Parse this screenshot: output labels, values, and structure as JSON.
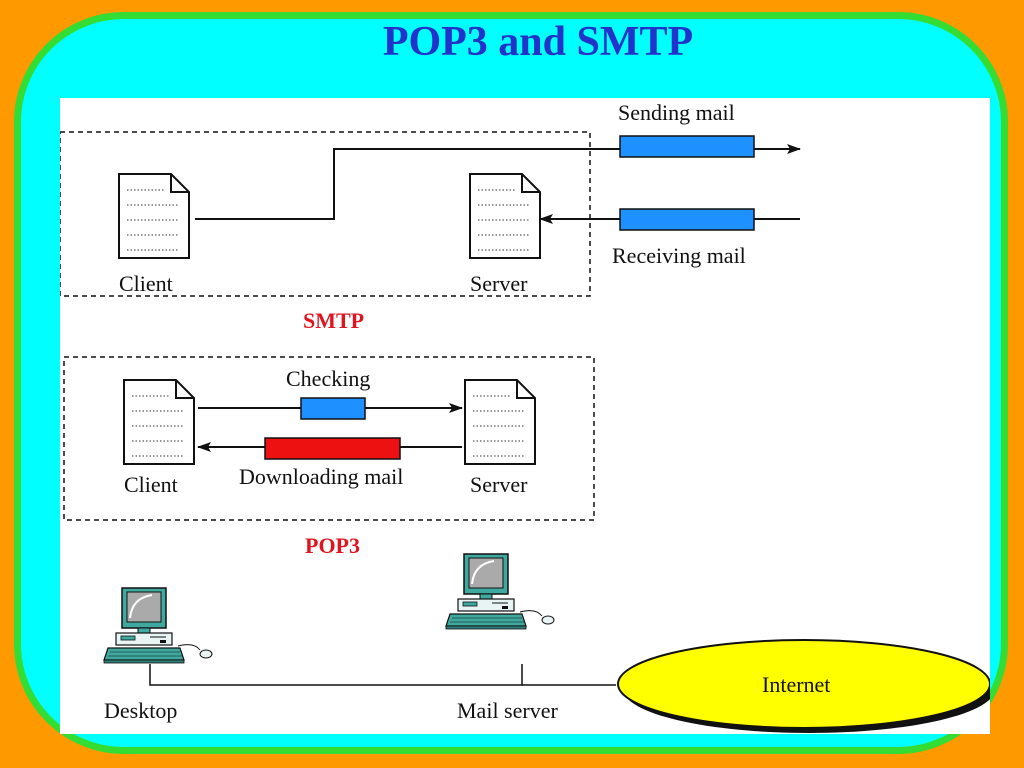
{
  "title": "POP3 and SMTP",
  "smtp": {
    "section_label": "SMTP",
    "client_label": "Client",
    "server_label": "Server",
    "sending_label": "Sending mail",
    "receiving_label": "Receiving mail"
  },
  "pop3": {
    "section_label": "POP3",
    "client_label": "Client",
    "server_label": "Server",
    "checking_label": "Checking",
    "downloading_label": "Downloading mail"
  },
  "network": {
    "desktop_label": "Desktop",
    "mail_server_label": "Mail server",
    "internet_label": "Internet"
  },
  "colors": {
    "background": "#FF9900",
    "frame_fill": "#00FFFF",
    "frame_border": "#33DD33",
    "title": "#2233CC",
    "message_blue": "#1E90FF",
    "message_red": "#EE1111",
    "section_label_red": "#E0141E",
    "internet_fill": "#FFFF00"
  }
}
